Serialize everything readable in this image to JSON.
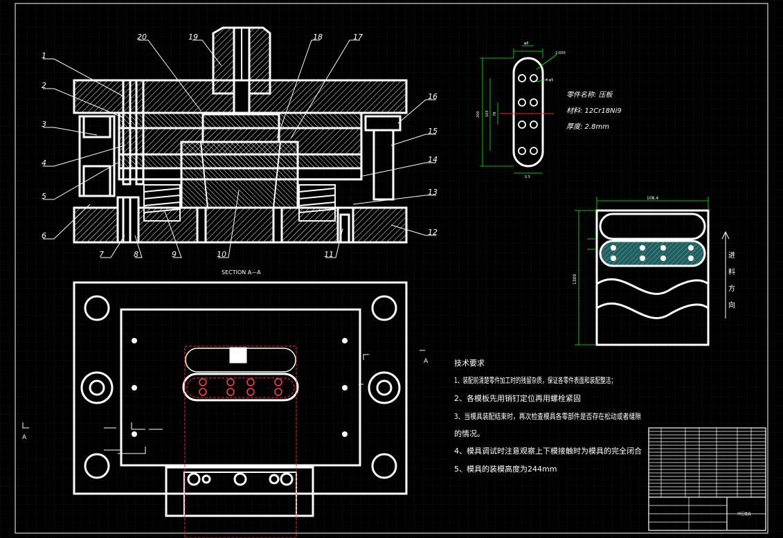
{
  "section_label": "SECTION A—A",
  "view_marker": "A",
  "part_numbers": [
    "1",
    "2",
    "3",
    "4",
    "5",
    "6",
    "7",
    "8",
    "9",
    "10",
    "11",
    "12",
    "13",
    "14",
    "15",
    "16",
    "17",
    "18",
    "19",
    "20"
  ],
  "part_info": {
    "name": "零件名称: 压板",
    "material": "材料: 12Cr18Ni9",
    "thickness": "厚度: 2.8mm"
  },
  "part_dims": [
    "φ8",
    "2-R50",
    "4-φ5",
    "200",
    "103",
    "78",
    "0.5"
  ],
  "strip_layout": {
    "width_dim": "108.4",
    "height_dim": "1300",
    "feed_direction": [
      "进",
      "料",
      "方",
      "向"
    ]
  },
  "tech_requirements": {
    "title": "技术要求",
    "items": [
      "1、装配前清楚零件加工时的残留杂质，保证各零件表面和装配整洁；",
      "2、各模板先用销钉定位再用螺栓紧固",
      "3、当模具装配结束时，再次检查模具各零部件是否存在松动或者缝隙",
      "的情况。",
      "4、模具调试时注意观察上下模接触时为模具的完全闭合",
      "5、模具的装模高度为244mm"
    ]
  },
  "title_block": {
    "drawing_name": "冲压模具"
  },
  "colors": {
    "background": "#000000",
    "line": "#ffffff",
    "dimension": "#00ff00",
    "center_line": "#ff0000",
    "hatch_fill": "#1f6b6b"
  }
}
